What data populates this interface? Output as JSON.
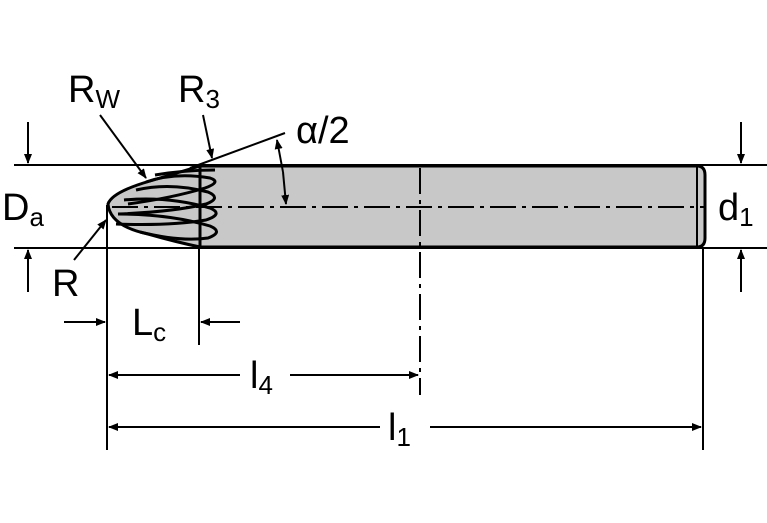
{
  "colors": {
    "tool_body": "#c8c8c8",
    "outline": "#000000",
    "background": "#ffffff"
  },
  "labels": {
    "rw": {
      "main": "R",
      "sub": "W"
    },
    "r3": {
      "main": "R",
      "sub": "3"
    },
    "alpha": {
      "main": "α/2"
    },
    "da": {
      "main": "D",
      "sub": "a"
    },
    "d1": {
      "main": "d",
      "sub": "1"
    },
    "r": {
      "main": "R"
    },
    "lc": {
      "main": "L",
      "sub": "c"
    },
    "l4": {
      "main": "l",
      "sub": "4"
    },
    "l1": {
      "main": "l",
      "sub": "1"
    }
  }
}
